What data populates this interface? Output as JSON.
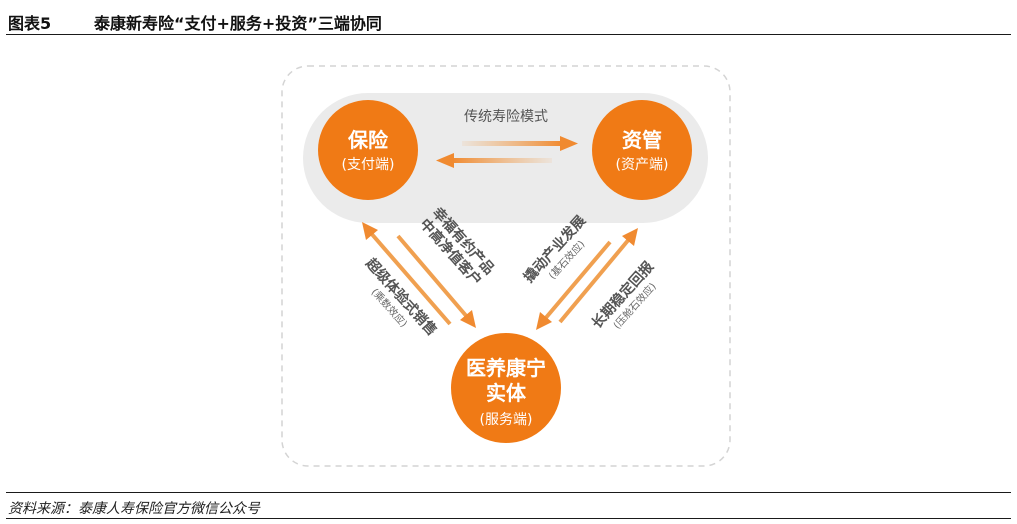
{
  "header": {
    "fig_no": "图表5",
    "title": "泰康新寿险“支付+服务+投资”三端协同"
  },
  "source": "资料来源：泰康人寿保险官方微信公众号",
  "diagram": {
    "top_label": "传统寿险模式",
    "nodes": {
      "insurance": {
        "main": "保险",
        "sub": "(支付端)"
      },
      "asset": {
        "main": "资管",
        "sub": "(资产端)"
      },
      "care": {
        "line1": "医养康宁",
        "line2": "实体",
        "sub": "(服务端)"
      }
    },
    "edges": {
      "left_outer": {
        "main": "超级体验式销售",
        "sub": "(乘数效应)"
      },
      "left_inner": {
        "line1": "幸福有约产品",
        "line2": "中高净值客户"
      },
      "right_inner": {
        "main": "撬动产业发展",
        "sub": "(基石效应)"
      },
      "right_outer": {
        "main": "长期稳定回报",
        "sub": "(压舱石效应)"
      }
    },
    "colors": {
      "node": "#f07a15",
      "arrow": "#f0a050",
      "band": "#e9e9e9",
      "frame": "#d8d8d8"
    }
  }
}
